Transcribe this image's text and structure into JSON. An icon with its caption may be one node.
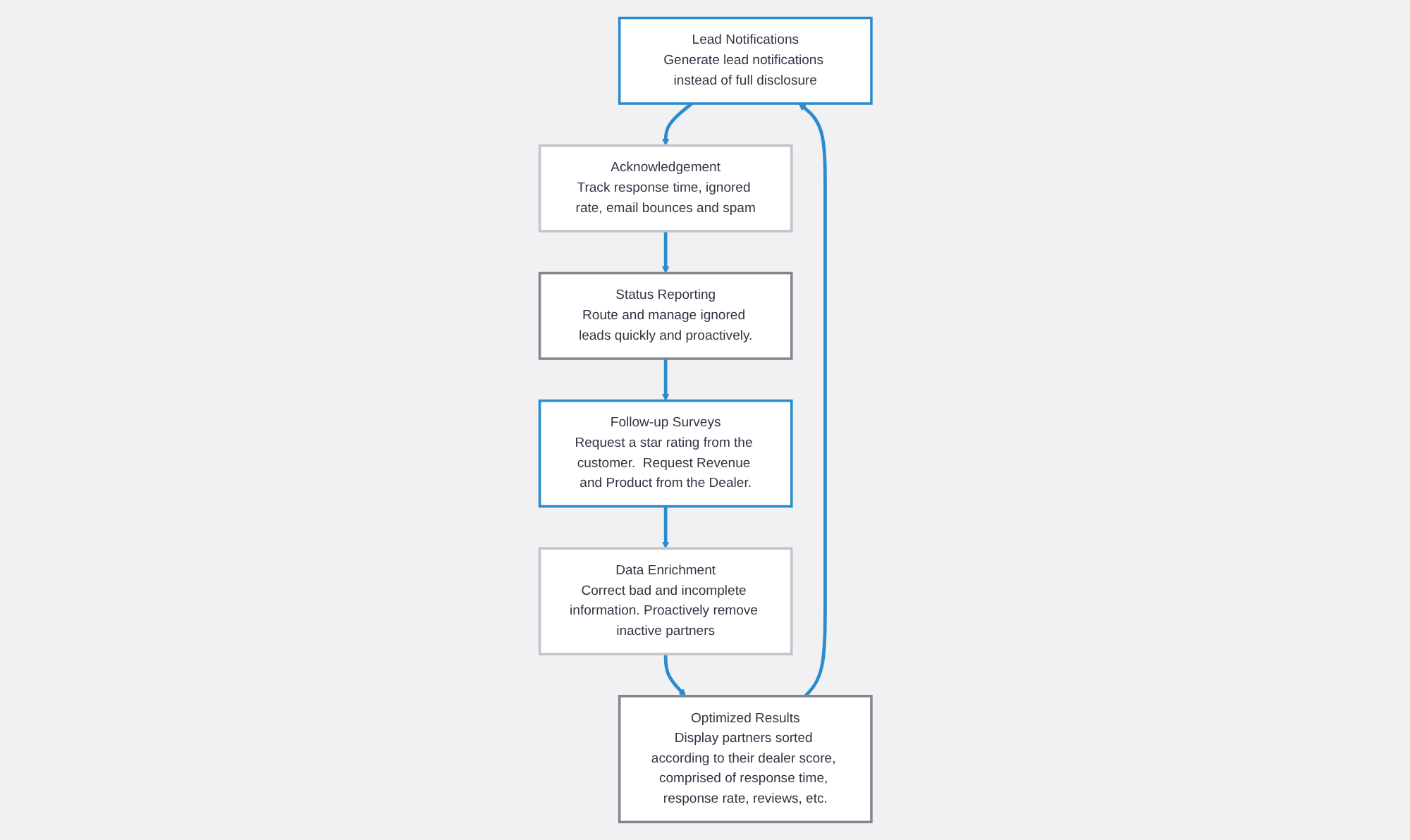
{
  "diagram": {
    "nodes": [
      {
        "text": [
          "Lead Notifications",
          "Generate lead notifications instead of full disclosure"
        ]
      },
      {
        "text": [
          "Acknowledgement",
          "Track response time, ignored rate, email bounces and spam"
        ]
      },
      {
        "text": [
          "Status Reporting",
          "Route and manage ignored leads quickly and proactively."
        ]
      },
      {
        "text": [
          "Optimized Results",
          "Display partners sorted according to their dealer score, comprised of response time, response rate, reviews, etc."
        ]
      },
      {
        "text": [
          "Data Enrichment",
          "Correct bad and incomplete information. Proactively remove inactive partners"
        ]
      },
      {
        "text": [
          "Follow-up Surveys",
          "Request a star rating from the customer.  Request Revenue and Product from the Dealer."
        ]
      }
    ],
    "edges": [
      {
        "from": 0,
        "to": 1,
        "arrow": "to"
      },
      {
        "from": 1,
        "to": 2,
        "arrow": "to"
      },
      {
        "from": 2,
        "to": 5,
        "arrow": "to"
      },
      {
        "from": 5,
        "to": 4,
        "arrow": "to"
      },
      {
        "from": 4,
        "to": 3,
        "arrow": "to"
      },
      {
        "from": 3,
        "to": 0,
        "arrow": "to"
      }
    ]
  }
}
